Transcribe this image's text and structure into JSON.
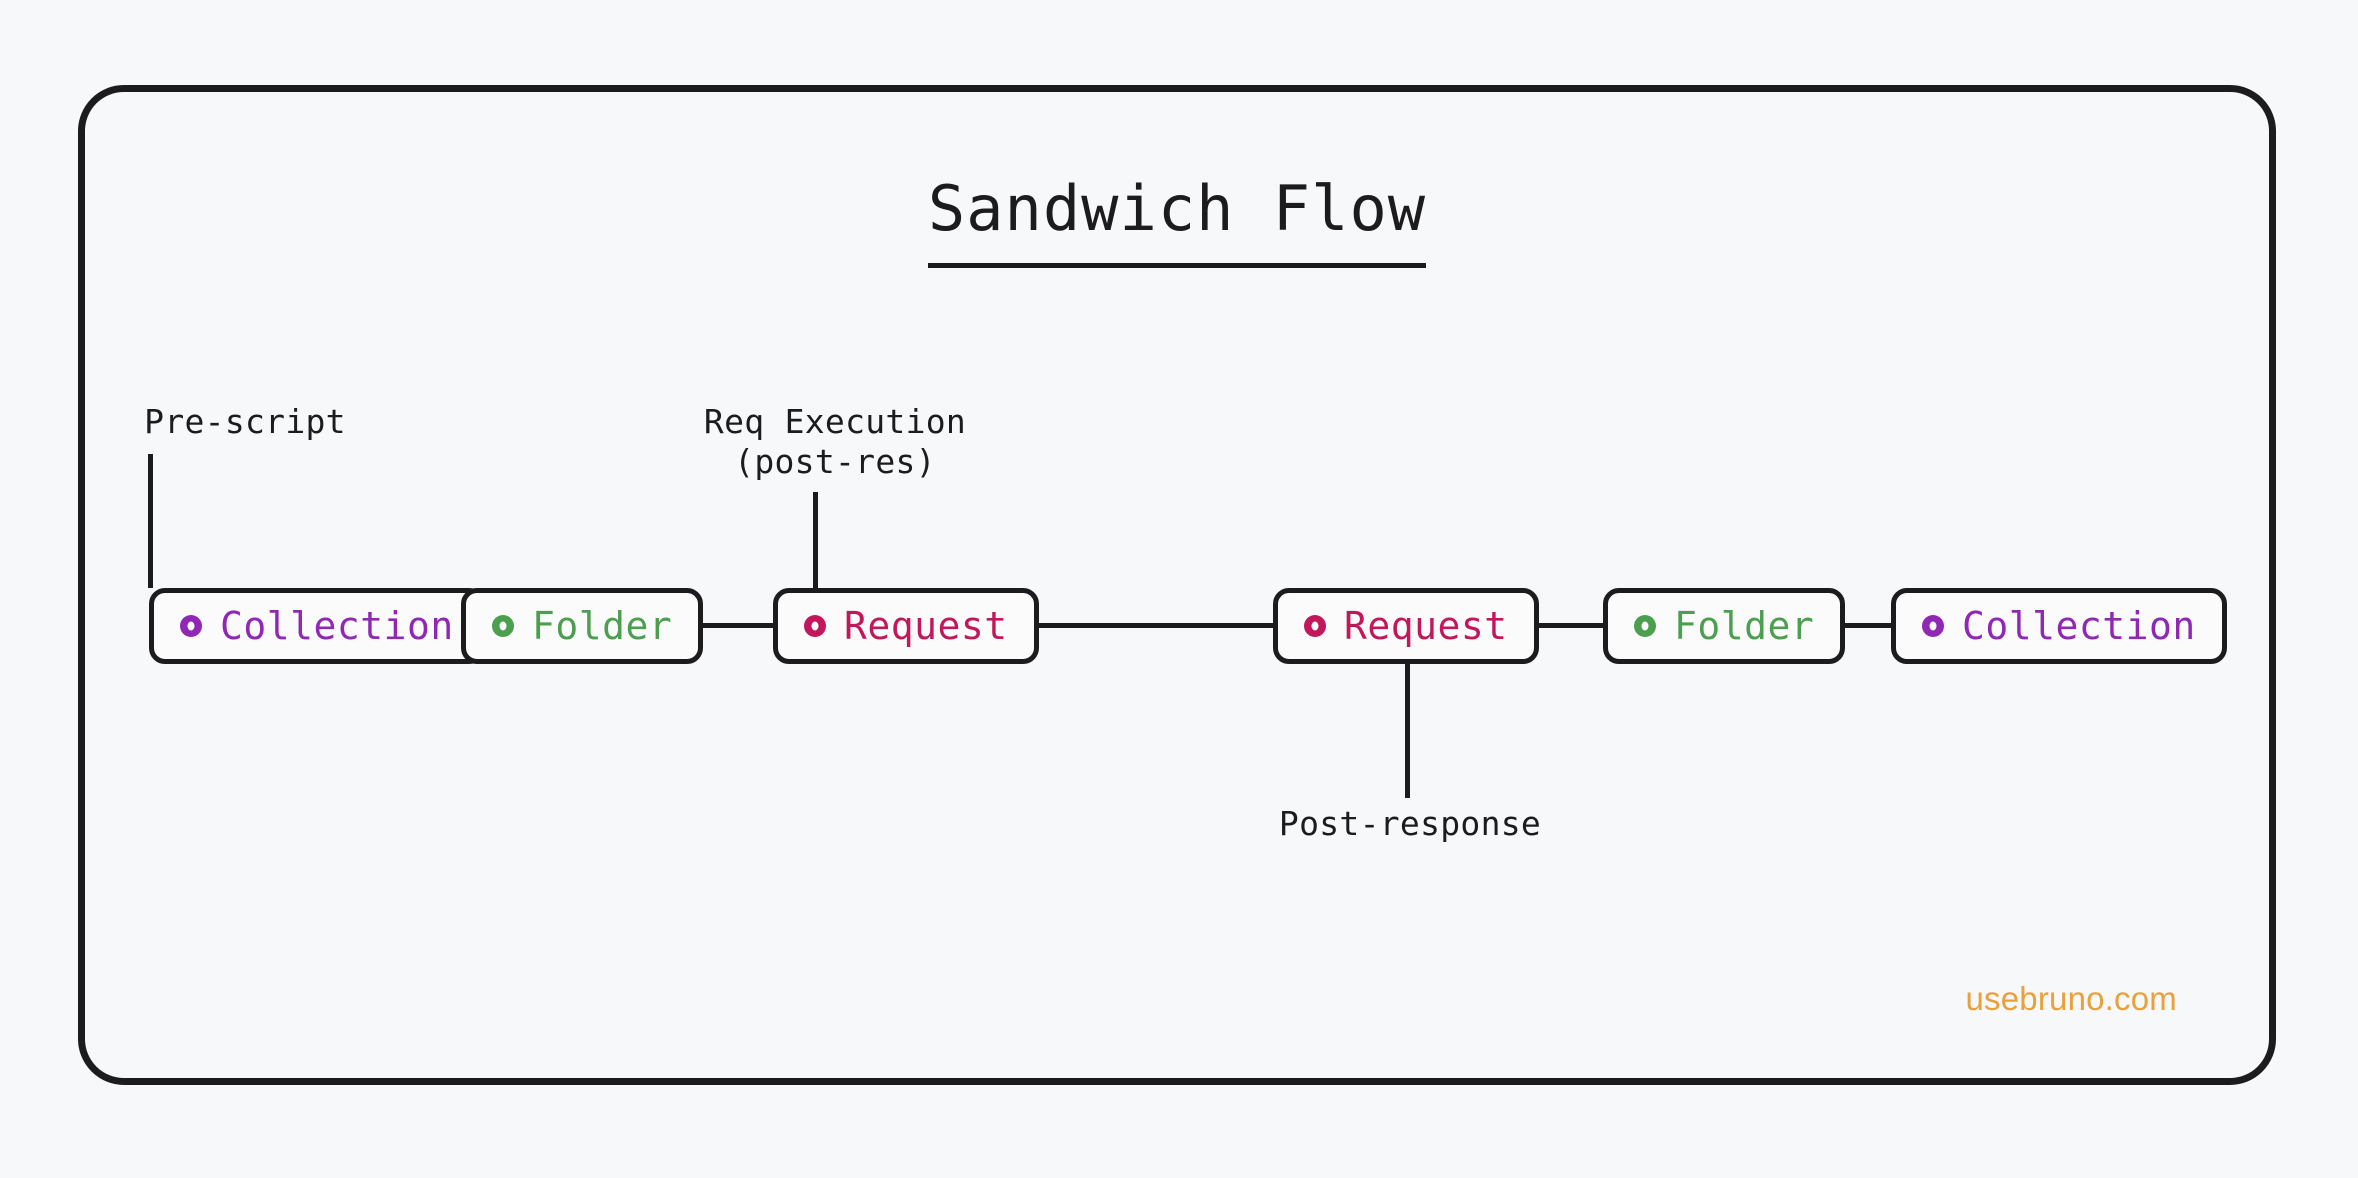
{
  "diagram": {
    "title": "Sandwich Flow",
    "watermark": "usebruno.com",
    "frame_border_color": "#1c1c1e",
    "background_color": "#f7f8fa",
    "node_colors": {
      "collection": "#9128b5",
      "folder": "#4b9f4f",
      "request": "#c2185b"
    }
  },
  "nodes": [
    {
      "id": "collection-left",
      "type": "collection",
      "label": "Collection",
      "icon": "circle-dot-icon"
    },
    {
      "id": "folder-left",
      "type": "folder",
      "label": "Folder",
      "icon": "circle-dot-icon"
    },
    {
      "id": "request-left",
      "type": "request",
      "label": "Request",
      "icon": "circle-dot-icon"
    },
    {
      "id": "request-right",
      "type": "request",
      "label": "Request",
      "icon": "circle-dot-icon"
    },
    {
      "id": "folder-right",
      "type": "folder",
      "label": "Folder",
      "icon": "circle-dot-icon"
    },
    {
      "id": "collection-right",
      "type": "collection",
      "label": "Collection",
      "icon": "circle-dot-icon"
    }
  ],
  "annotations": {
    "pre_script": "Pre-script",
    "req_execution_line1": "Req Execution",
    "req_execution_line2": "(post-res)",
    "post_response": "Post-response"
  }
}
